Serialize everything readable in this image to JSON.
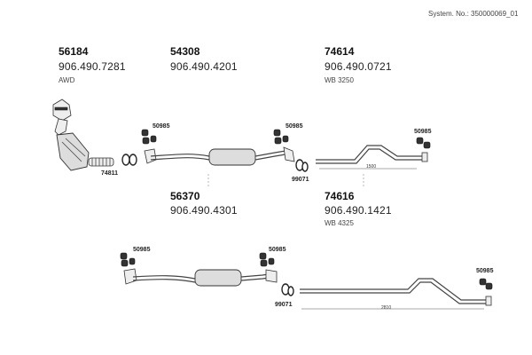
{
  "system_number": "System. No.: 350000069_01",
  "assemblies": {
    "a1": {
      "code": "56184",
      "oe": "906.490.7281",
      "note": "AWD"
    },
    "a2": {
      "code": "54308",
      "oe": "906.490.4201"
    },
    "a3": {
      "code": "74614",
      "oe": "906.490.0721",
      "note": "WB 3250"
    },
    "a4": {
      "code": "56370",
      "oe": "906.490.4301"
    },
    "a5": {
      "code": "74616",
      "oe": "906.490.1421",
      "note": "WB 4325"
    }
  },
  "part_labels": {
    "hanger_1": "50985",
    "hanger_2": "50985",
    "hanger_3": "50985",
    "hanger_4": "50985",
    "hanger_5": "50985",
    "hanger_6": "50985",
    "clamp_1": "74811",
    "clamp_2": "99071",
    "clamp_3": "99071"
  },
  "dimensions": {
    "length_1": "1500",
    "length_2": "2810"
  }
}
